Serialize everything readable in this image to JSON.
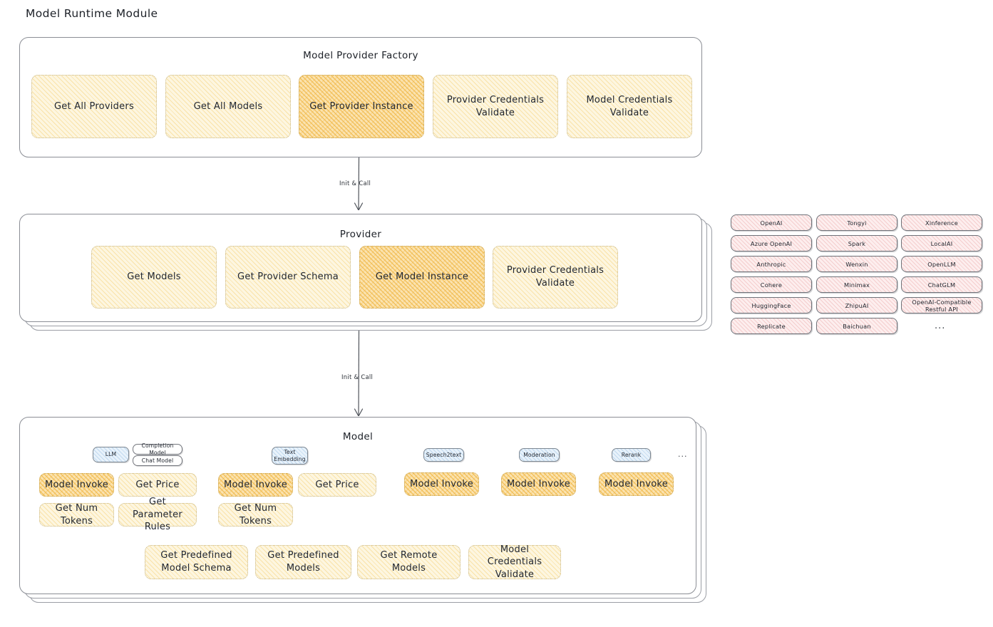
{
  "page_title": "Model Runtime Module",
  "colors": {
    "highlight_fill": "#f3c75c",
    "pale_fill": "#fdf6e0",
    "provider_chip_fill": "#fdeeee",
    "badge_blue_fill": "#e8f2fb",
    "panel_border": "#8b8e95",
    "text": "#20242c"
  },
  "factory": {
    "title": "Model Provider Factory",
    "nodes": [
      {
        "label": "Get All Providers",
        "highlighted": false
      },
      {
        "label": "Get All Models",
        "highlighted": false
      },
      {
        "label": "Get Provider Instance",
        "highlighted": true
      },
      {
        "label": "Provider Credentials Validate",
        "highlighted": false
      },
      {
        "label": "Model Credentials Validate",
        "highlighted": false
      }
    ]
  },
  "connector_1": {
    "label": "Init & Call"
  },
  "provider": {
    "title": "Provider",
    "nodes": [
      {
        "label": "Get Models",
        "highlighted": false
      },
      {
        "label": "Get Provider Schema",
        "highlighted": false
      },
      {
        "label": "Get Model Instance",
        "highlighted": true
      },
      {
        "label": "Provider Credentials Validate",
        "highlighted": false
      }
    ]
  },
  "connector_2": {
    "label": "Init & Call"
  },
  "provider_list": {
    "ellipsis": "...",
    "columns": [
      {
        "items": [
          "OpenAI",
          "Azure OpenAI",
          "Anthropic",
          "Cohere",
          "HuggingFace",
          "Replicate"
        ]
      },
      {
        "items": [
          "Tongyi",
          "Spark",
          "Wenxin",
          "Minimax",
          "ZhipuAI",
          "Baichuan"
        ]
      },
      {
        "items": [
          "Xinference",
          "LocalAI",
          "OpenLLM",
          "ChatGLM",
          "OpenAI-Compatible Restful API"
        ]
      }
    ]
  },
  "model": {
    "title": "Model",
    "ellipsis": "...",
    "types": [
      {
        "badge": "LLM",
        "sub_badges": [
          "Completion Model",
          "Chat Model"
        ],
        "nodes": [
          {
            "label": "Model Invoke",
            "highlighted": true
          },
          {
            "label": "Get Price",
            "highlighted": false
          },
          {
            "label": "Get Num Tokens",
            "highlighted": false
          },
          {
            "label": "Get Parameter Rules",
            "highlighted": false
          }
        ]
      },
      {
        "badge": "Text Embedding",
        "sub_badges": [],
        "nodes": [
          {
            "label": "Model Invoke",
            "highlighted": true
          },
          {
            "label": "Get Price",
            "highlighted": false
          },
          {
            "label": "Get Num Tokens",
            "highlighted": false
          }
        ]
      },
      {
        "badge": "Speech2text",
        "sub_badges": [],
        "nodes": [
          {
            "label": "Model Invoke",
            "highlighted": true
          }
        ]
      },
      {
        "badge": "Moderation",
        "sub_badges": [],
        "nodes": [
          {
            "label": "Model Invoke",
            "highlighted": true
          }
        ]
      },
      {
        "badge": "Rerank",
        "sub_badges": [],
        "nodes": [
          {
            "label": "Model Invoke",
            "highlighted": true
          }
        ]
      }
    ],
    "common_nodes": [
      {
        "label": "Get Predefined Model Schema"
      },
      {
        "label": "Get Predefined Models"
      },
      {
        "label": "Get Remote Models"
      },
      {
        "label": "Model Credentials Validate"
      }
    ]
  }
}
